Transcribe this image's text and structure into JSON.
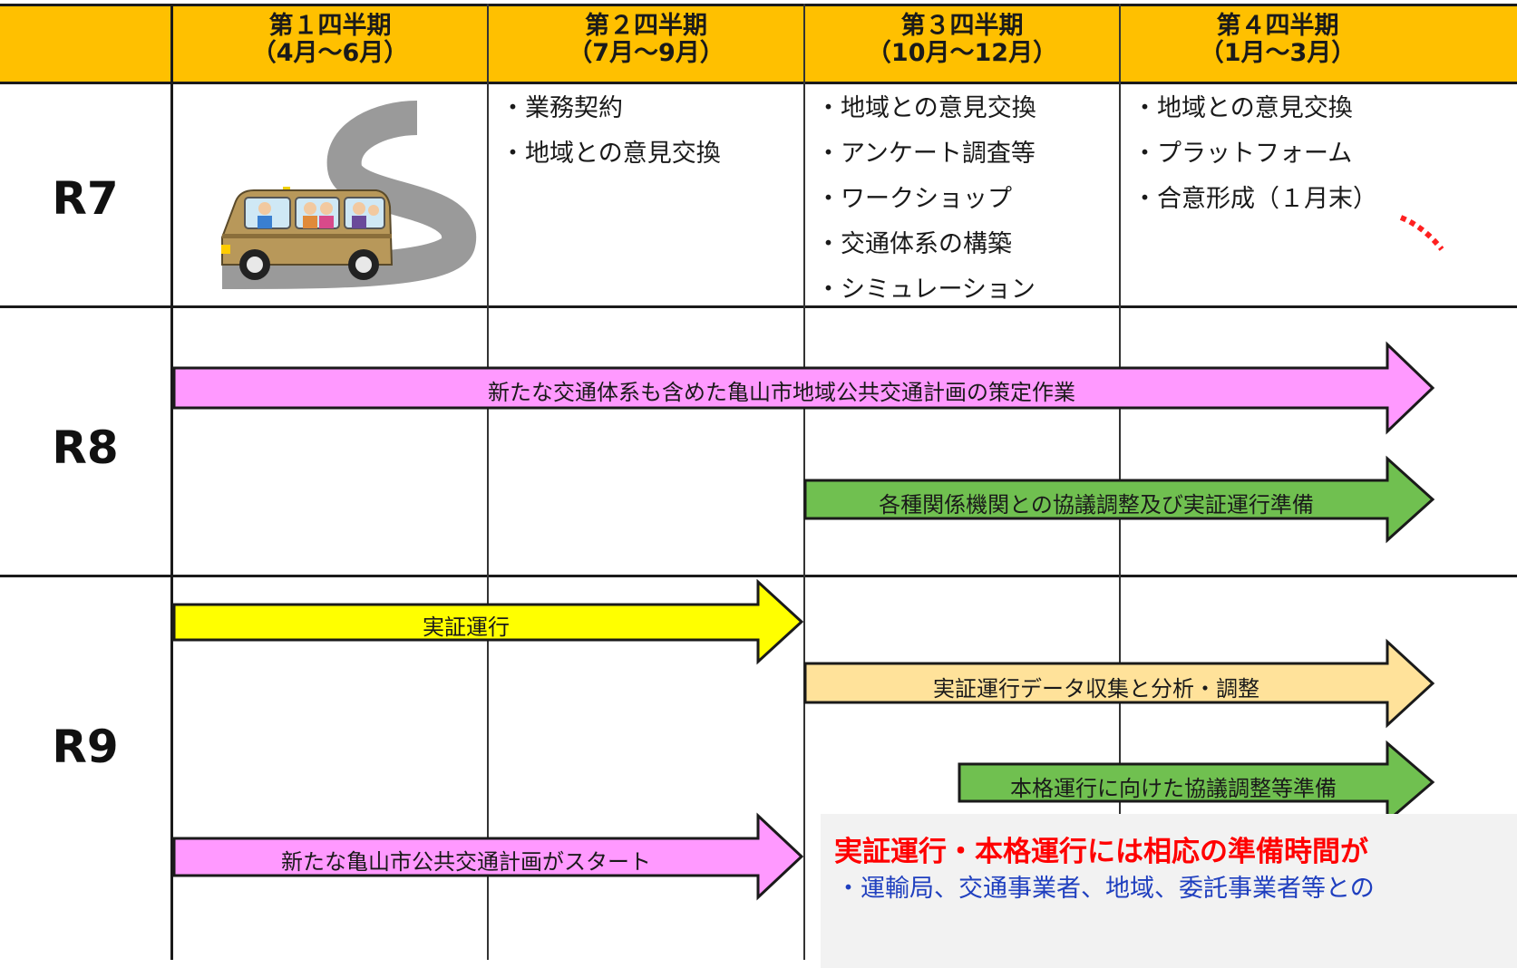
{
  "header": {
    "colors": {
      "header_bg": "#FFC000",
      "pink": "#FF99FF",
      "green": "#70C050",
      "yellow": "#FFFF00",
      "peach": "#FFE29A",
      "red_note": "#FF0000",
      "blue_note": "#1F3FBF"
    },
    "quarters": [
      {
        "title": "第１四半期",
        "range": "（4月～6月）"
      },
      {
        "title": "第２四半期",
        "range": "（7月～9月）"
      },
      {
        "title": "第３四半期",
        "range": "（10月～12月）"
      },
      {
        "title": "第４四半期",
        "range": "（1月～3月）"
      }
    ]
  },
  "years": [
    "R7",
    "R8",
    "R9"
  ],
  "r7": {
    "illustration": "taxi-van-on-winding-road-icon",
    "q2_tasks": [
      "・業務契約",
      "・地域との意見交換"
    ],
    "q3_tasks": [
      "・地域との意見交換",
      "・アンケート調査等",
      "・ワークショップ",
      "・交通体系の構築",
      "・シミュレーション"
    ],
    "q4_tasks": [
      "・地域との意見交換",
      "・プラットフォーム",
      "・合意形成（１月末）"
    ]
  },
  "r8": {
    "arrows": [
      "新たな交通体系も含めた亀山市地域公共交通計画の策定作業",
      "各種関係機関との協議調整及び実証運行準備"
    ]
  },
  "r9": {
    "arrows": [
      "実証運行",
      "実証運行データ収集と分析・調整",
      "本格運行に向けた協議調整等準備",
      "新たな亀山市公共交通計画がスタート"
    ]
  },
  "note": {
    "title": "実証運行・本格運行には相応の準備時間が",
    "line": "・運輸局、交通事業者、地域、委託事業者等との"
  }
}
